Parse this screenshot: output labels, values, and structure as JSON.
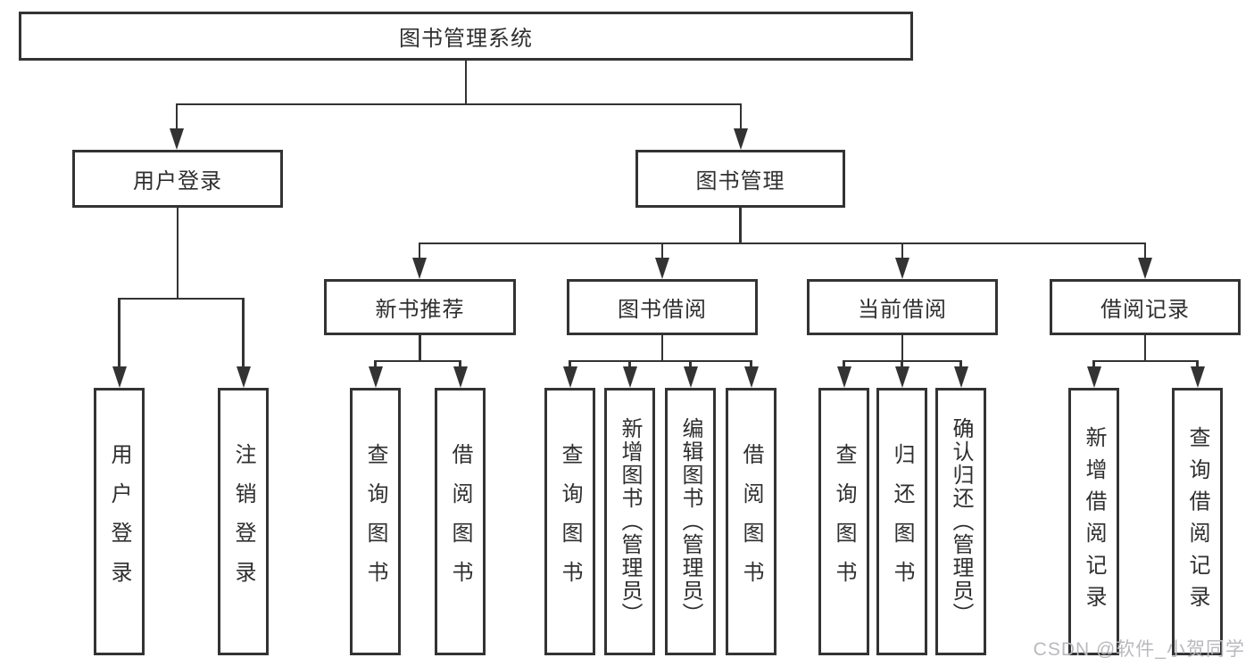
{
  "tree": {
    "root": "图书管理系统",
    "level1": [
      "用户登录",
      "图书管理"
    ],
    "level2": [
      "新书推荐",
      "图书借阅",
      "当前借阅",
      "借阅记录"
    ],
    "groups": [
      {
        "parent": "用户登录",
        "children": [
          "用户登录",
          "注销登录"
        ]
      },
      {
        "parent": "新书推荐",
        "children": [
          "查询图书",
          "借阅图书"
        ]
      },
      {
        "parent": "图书借阅",
        "children": [
          "查询图书",
          "新增图书（管理员）",
          "编辑图书（管理员）",
          "借阅图书"
        ]
      },
      {
        "parent": "当前借阅",
        "children": [
          "查询图书",
          "归还图书",
          "确认归还（管理员）"
        ]
      },
      {
        "parent": "借阅记录",
        "children": [
          "新增借阅记录",
          "查询借阅记录"
        ]
      }
    ]
  },
  "watermark": "CSDN @软件_小贺同学",
  "colors": {
    "line": "#333333",
    "text": "#2f2f2f",
    "background": "#ffffff",
    "watermark": "#b9b9be"
  }
}
